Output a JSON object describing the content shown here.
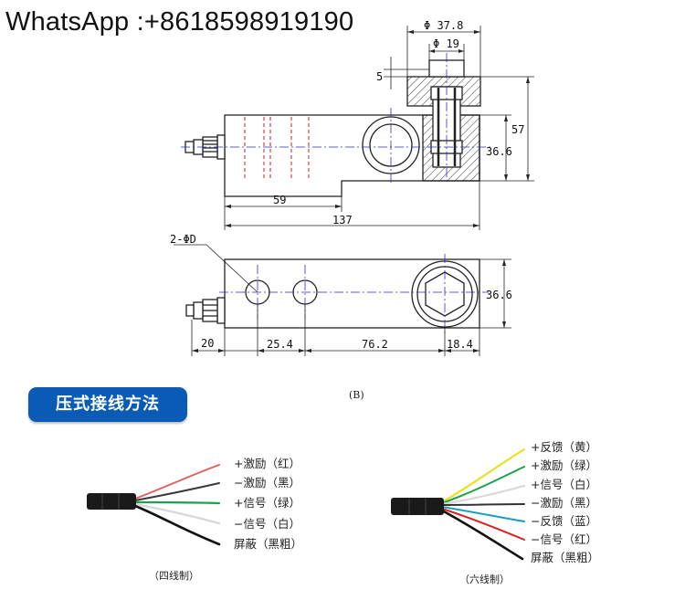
{
  "watermark": "WhatsApp :+8618598919190",
  "side_view": {
    "dims": {
      "dia_outer": "Φ 37.8",
      "dia_inner": "Φ 19",
      "gap": "5",
      "height_total": "57",
      "height_body": "36.6",
      "length_slot": "59",
      "length_total": "137"
    }
  },
  "top_view": {
    "hole_label": "2-ΦD",
    "dims": {
      "height": "36.6",
      "cable_gland": "20",
      "hole_offset": "25.4",
      "hole_spacing": "76.2",
      "end_offset": "18.4"
    },
    "caption": "(B)"
  },
  "wiring": {
    "title": "压式接线方法",
    "four_wire": {
      "labels": [
        "+激励（红）",
        "−激励（黑）",
        "+信号（绿）",
        "−信号（白）",
        "屏蔽（黑粗）"
      ],
      "colors": [
        "#e06060",
        "#3a3a3a",
        "#1aa24a",
        "#dcdcdc",
        "#111111"
      ],
      "caption": "（四线制）"
    },
    "six_wire": {
      "labels": [
        "+反馈（黄）",
        "+激励（绿）",
        "+信号（白）",
        "−激励（黑）",
        "−反馈（蓝）",
        "−信号（红）",
        "屏蔽（黑粗）"
      ],
      "colors": [
        "#e8e020",
        "#1aa24a",
        "#dcdcdc",
        "#333333",
        "#1a9fc0",
        "#e02020",
        "#111111"
      ],
      "caption": "（六线制）"
    }
  }
}
